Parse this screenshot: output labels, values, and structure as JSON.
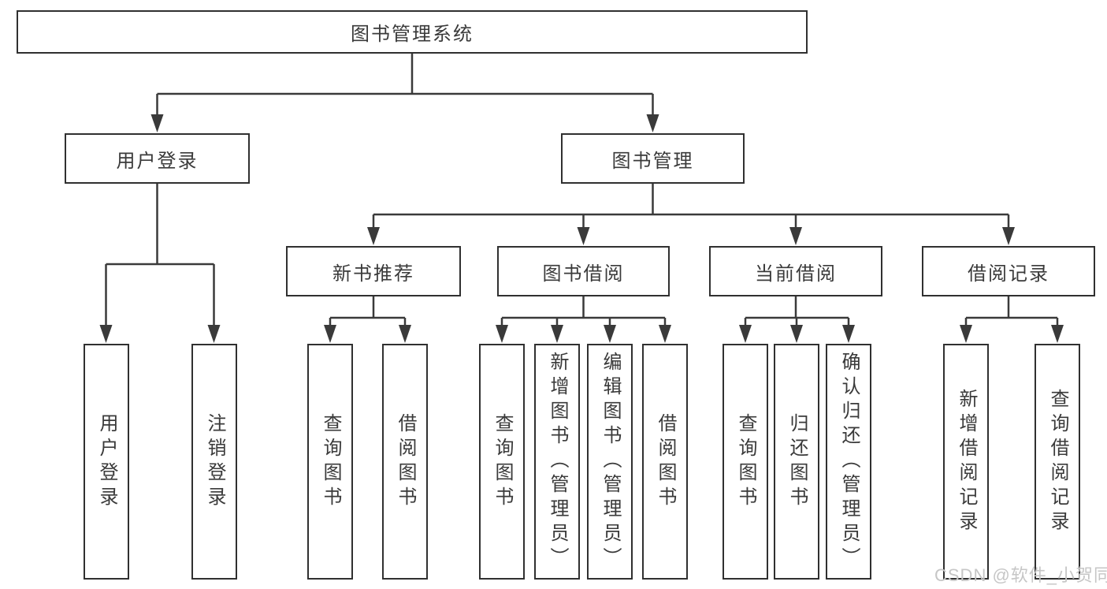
{
  "tree": {
    "root": {
      "label": "图书管理系统"
    },
    "branches": [
      {
        "label": "用户登录",
        "children": [
          {
            "label": "用户登录"
          },
          {
            "label": "注销登录"
          }
        ]
      },
      {
        "label": "图书管理",
        "sections": [
          {
            "label": "新书推荐",
            "children": [
              {
                "label": "查询图书"
              },
              {
                "label": "借阅图书"
              }
            ]
          },
          {
            "label": "图书借阅",
            "children": [
              {
                "label": "查询图书"
              },
              {
                "label": "新增图书（管理员）"
              },
              {
                "label": "编辑图书（管理员）"
              },
              {
                "label": "借阅图书"
              }
            ]
          },
          {
            "label": "当前借阅",
            "children": [
              {
                "label": "查询图书"
              },
              {
                "label": "归还图书"
              },
              {
                "label": "确认归还（管理员）"
              }
            ]
          },
          {
            "label": "借阅记录",
            "children": [
              {
                "label": "新增借阅记录"
              },
              {
                "label": "查询借阅记录"
              }
            ]
          }
        ]
      }
    ]
  },
  "watermark": "CSDN @软件_小贺同学",
  "colors": {
    "line": "#3a3a3a",
    "box_border": "#303030",
    "text": "#3a3a3a",
    "watermark": "#c6c6c6",
    "background": "#ffffff"
  }
}
